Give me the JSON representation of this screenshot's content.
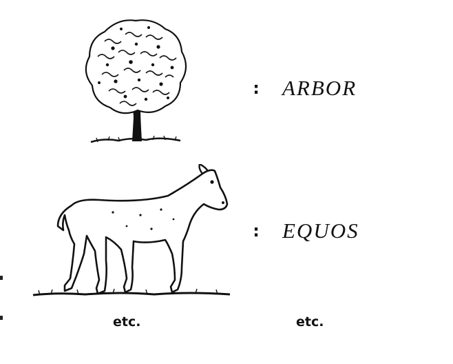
{
  "rows": [
    {
      "picture": "tree-icon",
      "separator": ":",
      "word": "ARBOR"
    },
    {
      "picture": "horse-icon",
      "separator": ":",
      "word": "EQUOS"
    }
  ],
  "continuation": {
    "left": "etc.",
    "right": "etc."
  }
}
